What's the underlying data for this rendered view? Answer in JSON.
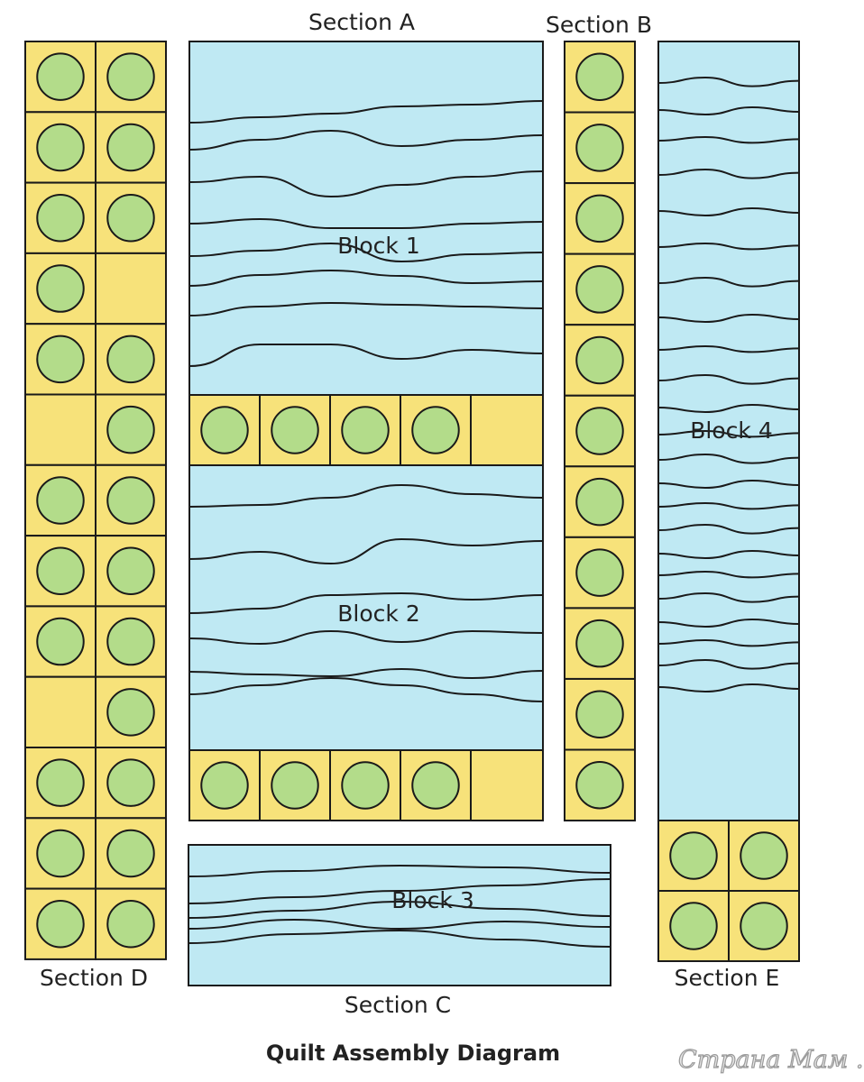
{
  "labels": {
    "section_a": "Section A",
    "section_b": "Section B",
    "section_c": "Section C",
    "section_d": "Section D",
    "section_e": "Section E",
    "block_1": "Block 1",
    "block_2": "Block 2",
    "block_3": "Block 3",
    "block_4": "Block 4"
  },
  "title": "Quilt Assembly Diagram",
  "watermark": "Страна Мам . ру",
  "colors": {
    "yellow": "#f7e27a",
    "green_dot": "#b3dc8a",
    "blue": "#bfe9f3",
    "outline": "#1a1a1a"
  },
  "section_d_pattern": [
    [
      1,
      1
    ],
    [
      1,
      1
    ],
    [
      1,
      1
    ],
    [
      1,
      0
    ],
    [
      1,
      1
    ],
    [
      0,
      1
    ],
    [
      1,
      1
    ],
    [
      1,
      1
    ],
    [
      1,
      1
    ],
    [
      0,
      1
    ],
    [
      1,
      1
    ],
    [
      1,
      1
    ],
    [
      1,
      1
    ]
  ],
  "section_b_pattern": [
    1,
    1,
    1,
    1,
    1,
    1,
    1,
    1,
    1,
    1,
    1
  ],
  "row_a_mid_pattern": [
    1,
    1,
    1,
    1,
    0
  ],
  "row_a_bottom_pattern": [
    1,
    1,
    1,
    1,
    0
  ],
  "section_e_pattern": [
    [
      1,
      1
    ],
    [
      1,
      1
    ]
  ]
}
